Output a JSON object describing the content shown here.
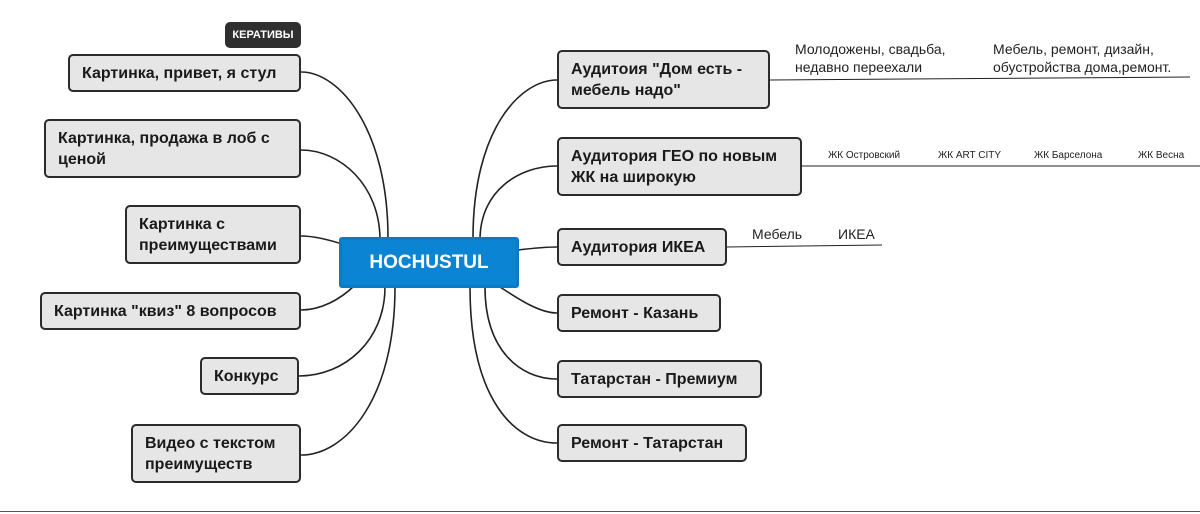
{
  "center": {
    "label": "HOCHUSTUL"
  },
  "tag": {
    "label": "КЕРАТИВЫ"
  },
  "left_nodes": [
    {
      "label": "Картинка, привет, я стул"
    },
    {
      "label": "Картинка, продажа в лоб с ценой"
    },
    {
      "label": "Картинка с преимуществами"
    },
    {
      "label": "Картинка \"квиз\" 8 вопросов"
    },
    {
      "label": "Конкурс"
    },
    {
      "label": "Видео с текстом преимуществ"
    }
  ],
  "right_nodes": [
    {
      "label": "Аудитоия \"Дом есть - мебель надо\""
    },
    {
      "label": "Аудитория ГЕО по новым ЖК на широкую"
    },
    {
      "label": "Аудитория ИКЕА"
    },
    {
      "label": "Ремонт - Казань"
    },
    {
      "label": "Татарстан - Премиум"
    },
    {
      "label": "Ремонт - Татарстан"
    }
  ],
  "notes": {
    "audience_home": [
      "Молодожены, свадьба, недавно переехали",
      "Мебель, ремонт, дизайн, обустройства дома,ремонт."
    ],
    "audience_geo": [
      "ЖК Островский",
      "ЖК ART CITY",
      "ЖК Барселона",
      "ЖК Весна"
    ],
    "audience_ikea": [
      "Мебель",
      "ИКЕА"
    ]
  },
  "colors": {
    "center_fill": "#0a84d3",
    "node_fill": "#e6e6e6",
    "node_border": "#2b2b2b",
    "tag_fill": "#2f2f2f",
    "link": "#222222"
  }
}
